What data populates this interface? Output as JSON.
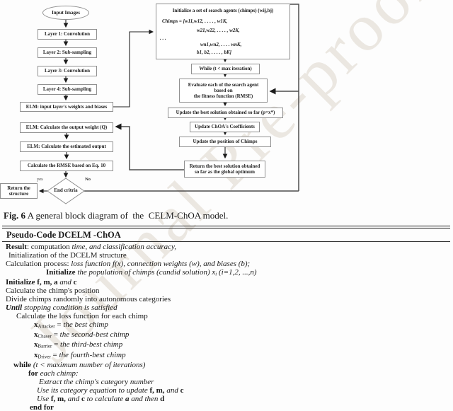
{
  "watermark": "Journal Pre-proof",
  "flowchart": {
    "left": {
      "input": "Input Images",
      "layer1": "Layer 1: Convolution",
      "layer2": "Layer 2: Sub-sampling",
      "layer3": "Layer 3: Convolution",
      "layer4": "Layer 4: Sub-sampling",
      "elm_input": "ELM: input layer's weights and biases",
      "elm_q": "ELM: Calculate the output weight (Q)",
      "elm_est": "ELM: Calculate the estimated output",
      "rmse": "Calculate the RMSE based on Eq. 10",
      "end_criteria": "End critria",
      "return_structure": "Return the\nstructure",
      "yes_label": "yes",
      "no_label": "No"
    },
    "right": {
      "init_title": "Initialize a set of search agents (chimps) (wij,bj)",
      "init_lines": [
        "Chimps  = [w11,w12, . . . . , w1K,",
        "w21,w22, . . . . , w2K,",
        ". . .",
        "wn1,wn2, . . . .  wnK,",
        "b1, b2, . . . . , bK]"
      ],
      "while": "While (t < max iteration)",
      "evaluate": "Evaluate each of the search agent\nbased on\nthe fitness function (RMSE)",
      "update_best": "Update the best solution obtained so far (p=x*)",
      "update_coef": "Update ChOA's Coefficients",
      "update_pos": "Update the position of Chimps",
      "return_best": "Return the best solution obtained\nso far as the global optimum"
    }
  },
  "caption": {
    "fig": "Fig. 6",
    "text": " A general block diagram of  the  CELM-ChOA model."
  },
  "pseudocode": {
    "header": "Pseudo-Code DCELM -ChOA",
    "lines": [
      {
        "indent": 5,
        "segs": [
          {
            "s": "b",
            "t": "Result"
          },
          {
            "s": "r",
            "t": ": computation "
          },
          {
            "s": "i",
            "t": "time, and classification accuracy,"
          }
        ]
      },
      {
        "indent": 9,
        "segs": [
          {
            "s": "r",
            "t": "Initialization of the DCELM structure"
          }
        ]
      },
      {
        "indent": 5,
        "segs": [
          {
            "s": "r",
            "t": "Calculation process: "
          },
          {
            "s": "i",
            "t": "loss function f(x), connection weights (w), and biases (b);"
          }
        ]
      },
      {
        "indent": 62,
        "segs": [
          {
            "s": "b",
            "t": "Initialize "
          },
          {
            "s": "i",
            "t": "the population of chimps (candid solution) x"
          },
          {
            "s": "isub",
            "t": "i"
          },
          {
            "s": "i",
            "t": " (i=1,2, ...,n)"
          }
        ]
      },
      {
        "indent": 5,
        "segs": [
          {
            "s": "b",
            "t": "Initialize f, m, a "
          },
          {
            "s": "i",
            "t": "and"
          },
          {
            "s": "b",
            "t": " c"
          }
        ]
      },
      {
        "indent": 5,
        "segs": [
          {
            "s": "r",
            "t": "Calculate the chimp's position"
          }
        ]
      },
      {
        "indent": 5,
        "segs": [
          {
            "s": "r",
            "t": "Divide chimps randomly into autonomous categories"
          }
        ]
      },
      {
        "indent": 5,
        "segs": [
          {
            "s": "bi",
            "t": "Until "
          },
          {
            "s": "i",
            "t": "stopping condition is satisfied"
          }
        ]
      },
      {
        "indent": 20,
        "segs": [
          {
            "s": "r",
            "t": "Calculate the loss function for each chimp"
          }
        ]
      },
      {
        "indent": 45,
        "segs": [
          {
            "s": "b",
            "t": "x"
          },
          {
            "s": "sub",
            "t": "Attacker"
          },
          {
            "s": "r",
            "t": " = "
          },
          {
            "s": "i",
            "t": "the best chimp"
          }
        ]
      },
      {
        "indent": 45,
        "segs": [
          {
            "s": "b",
            "t": "x"
          },
          {
            "s": "sub",
            "t": "Chaser"
          },
          {
            "s": "r",
            "t": " = "
          },
          {
            "s": "i",
            "t": "the second-best chimp"
          }
        ]
      },
      {
        "indent": 45,
        "segs": [
          {
            "s": "b",
            "t": "x"
          },
          {
            "s": "sub",
            "t": "Barrier"
          },
          {
            "s": "r",
            "t": " = "
          },
          {
            "s": "i",
            "t": "the third-best chimp"
          }
        ]
      },
      {
        "indent": 45,
        "segs": [
          {
            "s": "b",
            "t": "x"
          },
          {
            "s": "sub",
            "t": "Driver"
          },
          {
            "s": "r",
            "t": " = "
          },
          {
            "s": "i",
            "t": "the fourth-best chimp"
          }
        ]
      },
      {
        "indent": 16,
        "segs": [
          {
            "s": "b",
            "t": "while "
          },
          {
            "s": "i",
            "t": "(t < maximum number of iterations)"
          }
        ]
      },
      {
        "indent": 37,
        "segs": [
          {
            "s": "b",
            "t": "for "
          },
          {
            "s": "i",
            "t": "each chimp:"
          }
        ]
      },
      {
        "indent": 52,
        "segs": [
          {
            "s": "i",
            "t": "Extract the chimp's category number"
          }
        ]
      },
      {
        "indent": 49,
        "segs": [
          {
            "s": "i",
            "t": "Use its category equation to update "
          },
          {
            "s": "b",
            "t": "f, m,"
          },
          {
            "s": "i",
            "t": " and "
          },
          {
            "s": "b",
            "t": "c"
          }
        ]
      },
      {
        "indent": 49,
        "segs": [
          {
            "s": "i",
            "t": "Use "
          },
          {
            "s": "b",
            "t": "f, m,"
          },
          {
            "s": "i",
            "t": " and "
          },
          {
            "s": "b",
            "t": "c"
          },
          {
            "s": "i",
            "t": " to calculate "
          },
          {
            "s": "bi",
            "t": "a"
          },
          {
            "s": "i",
            "t": " and then "
          },
          {
            "s": "b",
            "t": "d"
          }
        ]
      },
      {
        "indent": 39,
        "segs": [
          {
            "s": "b",
            "t": "end for"
          }
        ]
      }
    ]
  }
}
